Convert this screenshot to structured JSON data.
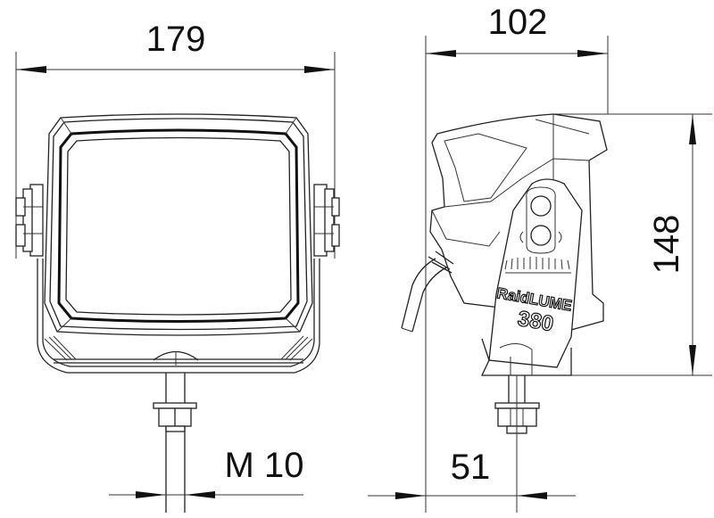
{
  "drawing": {
    "product_label": {
      "brand": "RaidLUME",
      "model": "380"
    },
    "dimensions": {
      "width": {
        "value": "179",
        "view": "front"
      },
      "depth": {
        "value": "102",
        "view": "side"
      },
      "height": {
        "value": "148",
        "view": "side"
      },
      "thread": {
        "value": "M 10",
        "view": "front"
      },
      "mount_offset": {
        "value": "51",
        "view": "side"
      }
    },
    "views": [
      {
        "name": "front-view"
      },
      {
        "name": "side-view"
      }
    ],
    "colors": {
      "line": "#222222",
      "background": "#ffffff"
    }
  }
}
